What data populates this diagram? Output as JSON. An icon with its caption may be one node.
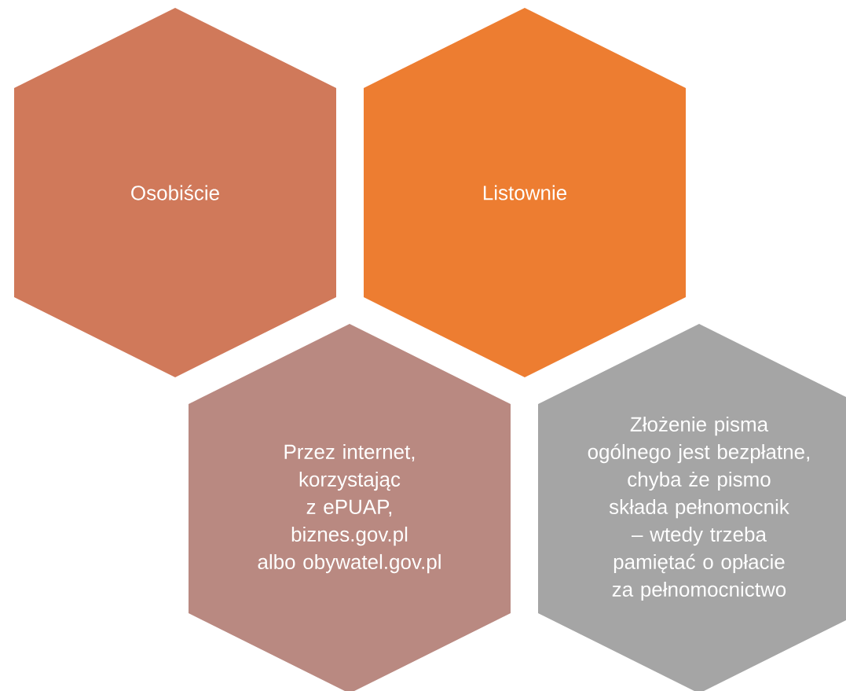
{
  "diagram": {
    "nodes": [
      {
        "text": [
          "Osobiście"
        ]
      },
      {
        "text": [
          "Listownie"
        ]
      },
      {
        "text": [
          "Przez internet, korzystając z ePUAP, biznes.gov.pl albo obywatel.gov.pl"
        ]
      },
      {
        "text": [
          "Złożenie pisma ogólnego jest bezpłatne, chyba że pismo składa pełnomocnik – wtedy trzeba pamiętać o opłacie za pełnomocnictwo"
        ]
      }
    ]
  }
}
